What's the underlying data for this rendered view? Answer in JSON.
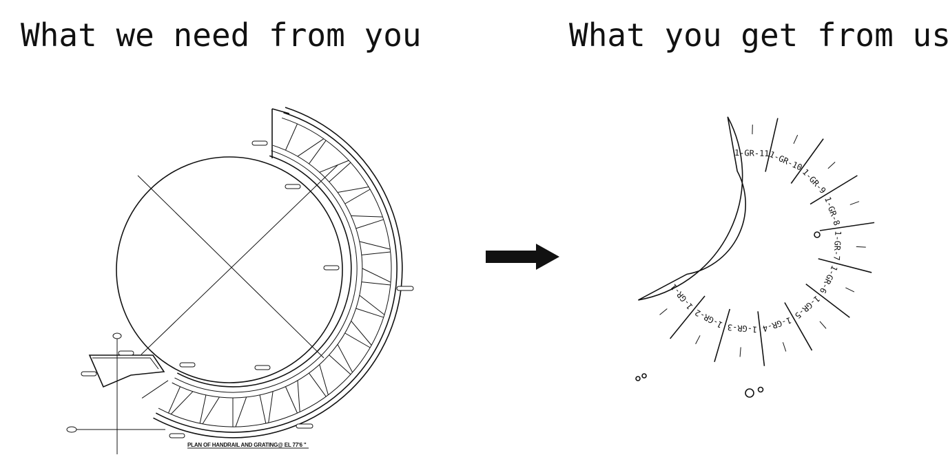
{
  "headings": {
    "left": "What we need from you",
    "right": "What you get from us"
  },
  "drawing": {
    "caption": "PLAN OF HANDRAIL AND GRATING@    EL 77'6 \""
  },
  "panels": [
    {
      "label": "1-GR-1"
    },
    {
      "label": "1-GR-2"
    },
    {
      "label": "1-GR-3"
    },
    {
      "label": "1-GR-4"
    },
    {
      "label": "1-GR-5"
    },
    {
      "label": "1-GR-6"
    },
    {
      "label": "1-GR-7"
    },
    {
      "label": "1-GR-8"
    },
    {
      "label": "1-GR-9"
    },
    {
      "label": "1-GR-10"
    },
    {
      "label": "1-GR-11"
    }
  ],
  "colors": {
    "ink": "#111111",
    "background": "#ffffff"
  },
  "icons": {
    "arrow": "right-arrow-icon"
  }
}
